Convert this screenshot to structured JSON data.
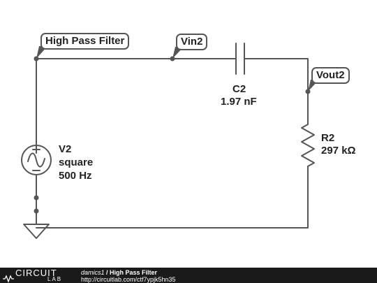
{
  "labels": {
    "net_hpf": "High Pass Filter",
    "net_vin": "Vin2",
    "net_vout": "Vout2"
  },
  "components": {
    "capacitor": {
      "name": "C2",
      "value": "1.97 nF"
    },
    "resistor": {
      "name": "R2",
      "value": "297 kΩ"
    },
    "source": {
      "name": "V2",
      "wave": "square",
      "freq": "500 Hz"
    }
  },
  "footer": {
    "logo_top": "CIRCUIT",
    "logo_bottom": "LAB",
    "user": "damics1",
    "separator": " / ",
    "title": "High Pass Filter",
    "url": "http://circuitlab.com/ctf7ypjk5hn35"
  }
}
